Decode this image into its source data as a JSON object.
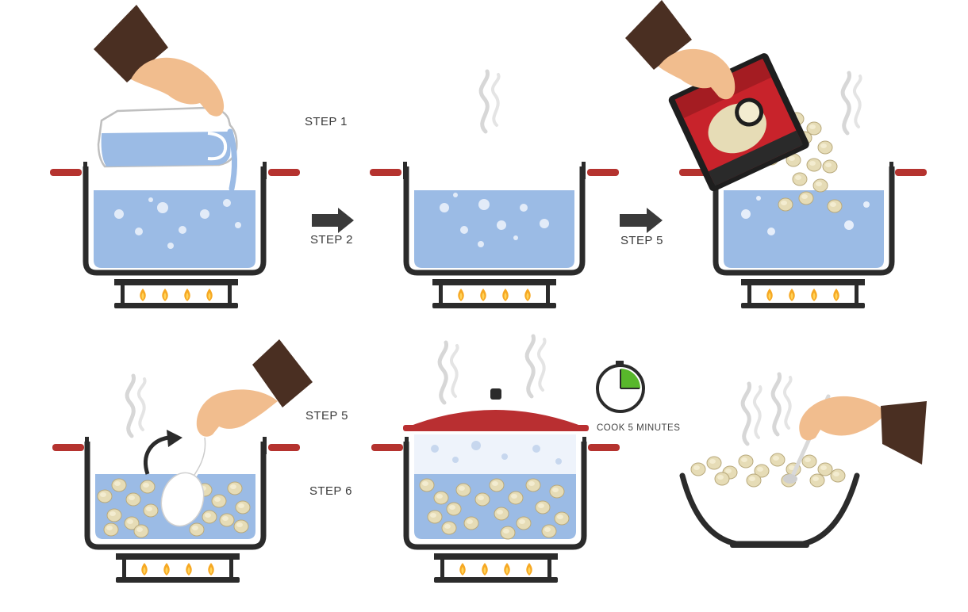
{
  "labels": {
    "step1": "STEP 1",
    "step2": "STEP 2",
    "step3": "STEP 5",
    "step4a": "STEP 5",
    "step4b": "STEP 6",
    "timer": "COOK 5 MINUTES"
  },
  "colors": {
    "pot_outline": "#2b2b2b",
    "handle": "#b5332f",
    "water": "#9bbbe5",
    "water_light": "#d9e6f7",
    "bubble": "#e6eefa",
    "flame": "#f6a823",
    "sleeve": "#4a2f22",
    "skin": "#f1bd8e",
    "lid": "#b92f31",
    "dumpling": "#e6dcb6",
    "timer_fill": "#58b72b"
  },
  "icons": [
    "pitcher-icon",
    "hand-icon",
    "arrow-right-icon",
    "steam-icon",
    "dumpling-package-icon",
    "spoon-icon",
    "curved-arrow-icon",
    "timer-icon",
    "bowl-icon",
    "flame-icon"
  ]
}
